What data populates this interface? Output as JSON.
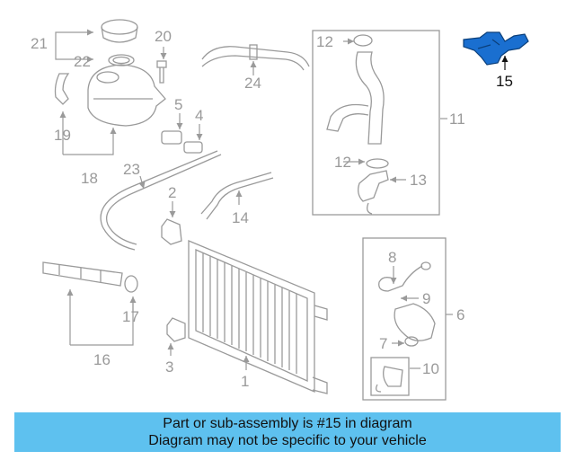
{
  "callouts": {
    "c1": "1",
    "c2": "2",
    "c3": "3",
    "c4": "4",
    "c5": "5",
    "c6": "6",
    "c7": "7",
    "c8": "8",
    "c9": "9",
    "c10": "10",
    "c11": "11",
    "c12a": "12",
    "c12b": "12",
    "c13": "13",
    "c14": "14",
    "c15": "15",
    "c16": "16",
    "c17": "17",
    "c18": "18",
    "c19": "19",
    "c20": "20",
    "c21": "21",
    "c22": "22",
    "c23": "23",
    "c24": "24"
  },
  "highlight": {
    "part_number": "15",
    "color": "#1a6fd0"
  },
  "banner": {
    "line1": "Part or sub-assembly is #15 in diagram",
    "line2": "Diagram may not be specific to your vehicle",
    "color": "#5ec1ef"
  }
}
